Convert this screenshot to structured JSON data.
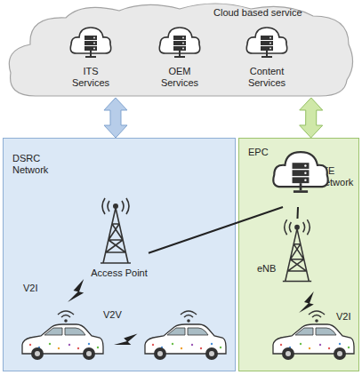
{
  "diagram": {
    "nodes": [
      {
        "text": [
          "Cloud based service"
        ]
      },
      {
        "text": [
          "ITS Services"
        ],
        "in": 0
      },
      {
        "text": [
          "OEM Services"
        ],
        "in": 0
      },
      {
        "text": [
          "Content Services"
        ],
        "in": 0
      },
      {
        "text": [
          "DSRC Network"
        ]
      },
      {
        "text": [
          "Access Point"
        ],
        "in": 4
      },
      {
        "text": [
          "LTE Network"
        ]
      },
      {
        "text": [
          "EPC"
        ],
        "in": 6
      },
      {
        "text": [
          "eNB"
        ],
        "in": 6
      }
    ],
    "edges": [
      {
        "from": 0,
        "to": 4,
        "arrow": "both"
      },
      {
        "from": 0,
        "to": 6,
        "arrow": "both"
      },
      {
        "from": 5,
        "to": 7,
        "arrow": "none"
      },
      {
        "from": 7,
        "to": 8,
        "arrow": "none"
      }
    ],
    "labels": [
      "V2I",
      "V2V",
      "V2I"
    ]
  }
}
